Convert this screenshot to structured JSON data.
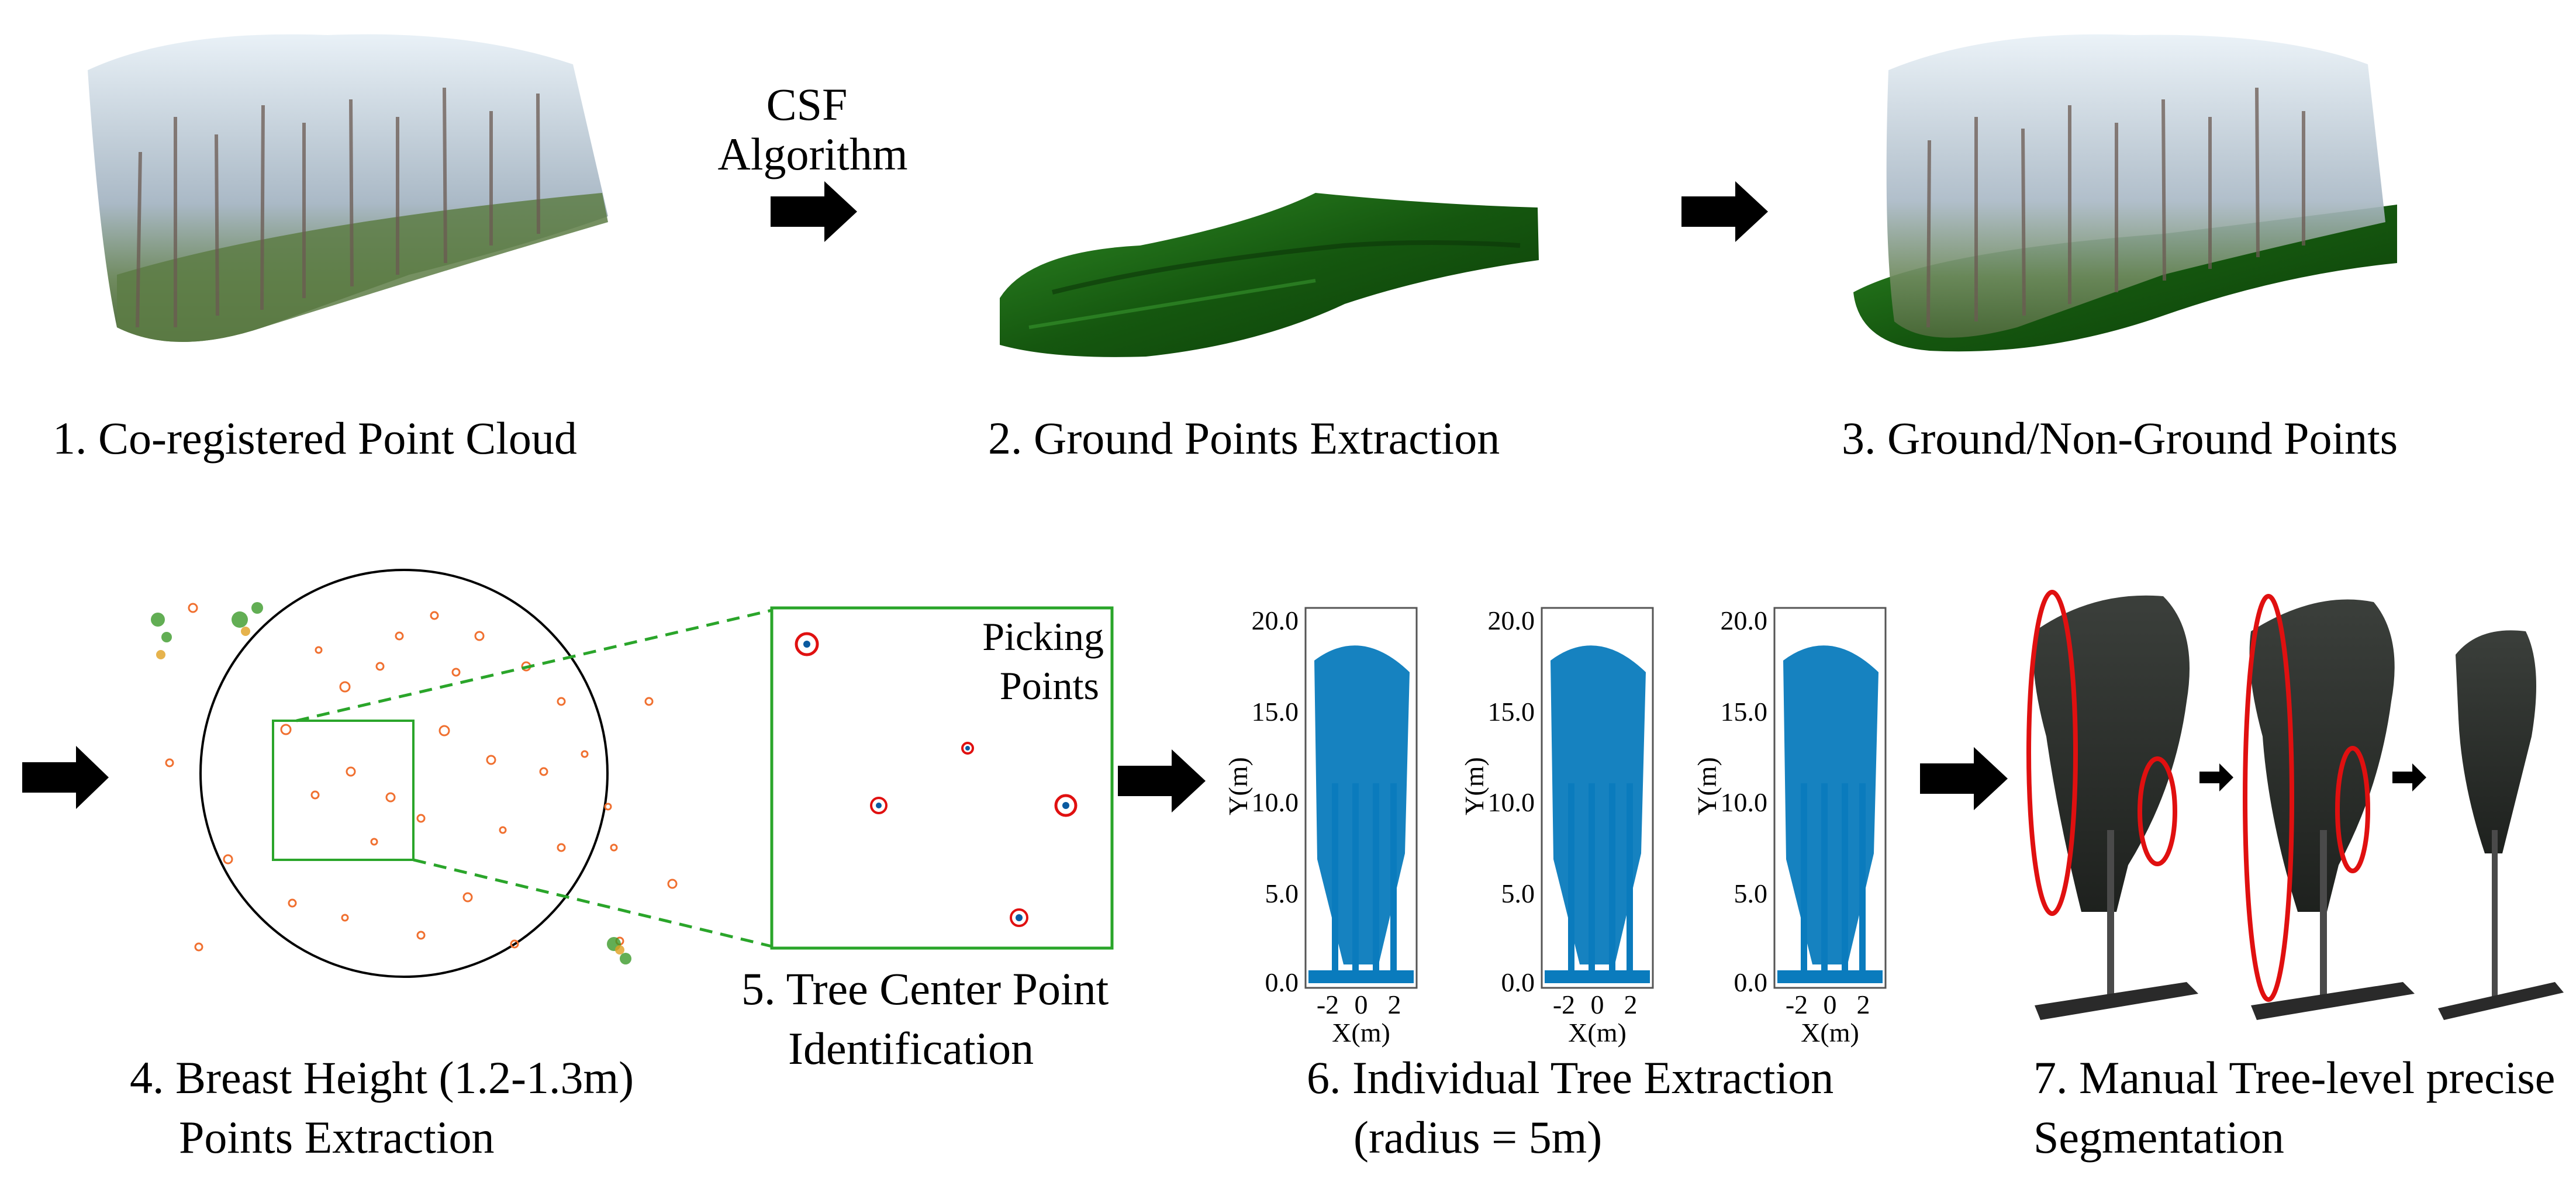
{
  "panel1": {
    "caption": "1. Co-registered Point Cloud"
  },
  "csf": {
    "line1": "CSF",
    "line2": "Algorithm"
  },
  "panel2": {
    "caption": "2. Ground Points Extraction"
  },
  "panel3": {
    "caption": "3. Ground/Non-Ground Points"
  },
  "panel4": {
    "caption_line1": "4. Breast Height (1.2-1.3m)",
    "caption_line2": "Points Extraction"
  },
  "panel5": {
    "picking_line1": "Picking",
    "picking_line2": "Points",
    "caption_line1": "5. Tree Center Point",
    "caption_line2": "Identification"
  },
  "panel6": {
    "caption_line1": "6. Individual Tree Extraction",
    "caption_line2": "(radius = 5m)",
    "axes": {
      "ylabel": "Y(m)",
      "xlabel": "X(m)",
      "yticks": [
        "20.0",
        "15.0",
        "10.0",
        "5.0",
        "0.0"
      ],
      "xticks": [
        "-2",
        "0",
        "2"
      ]
    }
  },
  "panel7": {
    "caption_line1": "7. Manual Tree-level precise",
    "caption_line2": "Segmentation"
  },
  "colors": {
    "ground": "#1f6b1a",
    "tree_blue": "#0a7bbd",
    "zoom_green": "#2aa52a",
    "highlight_red": "#e01010",
    "point_orange": "#f07030"
  }
}
